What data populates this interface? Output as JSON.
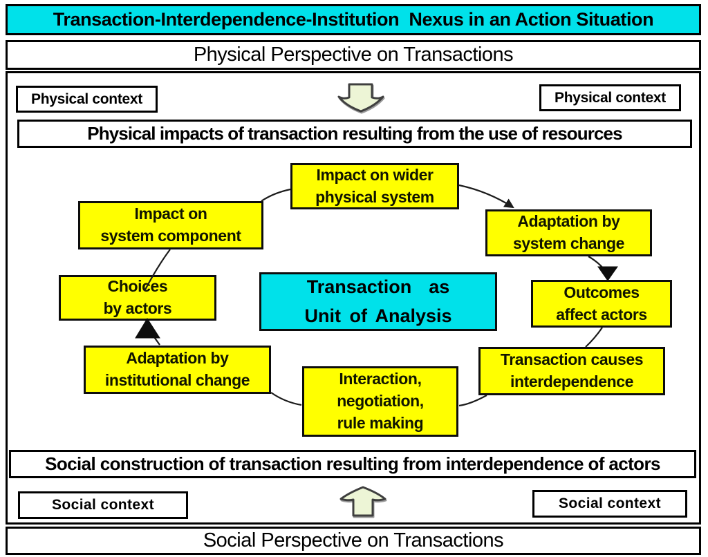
{
  "title": "Transaction-Interdependence-Institution  Nexus in an Action Situation",
  "physical_section": {
    "perspective_bar": "Physical Perspective on Transactions",
    "context_left": "Physical context",
    "context_right": "Physical context",
    "impacts_bar": "Physical impacts of transaction resulting from the use of resources"
  },
  "cycle_boxes": {
    "impact_wider": "Impact on wider\nphysical system",
    "adaptation_system": "Adaptation by\nsystem change",
    "outcomes": "Outcomes\naffect actors",
    "transaction_causes": "Transaction causes\ninterdependence",
    "interaction": "Interaction,\nnegotiation,\nrule making",
    "adaptation_institutional": "Adaptation by\ninstitutional change",
    "choices": "Choices\nby actors",
    "impact_component": "Impact on\nsystem component"
  },
  "center_box": "Transaction  as\nUnit of Analysis",
  "social_section": {
    "construction_bar": "Social construction of transaction resulting from interdependence of actors",
    "context_left": "Social context",
    "context_right": "Social context",
    "perspective_bar": "Social Perspective on Transactions"
  },
  "icons": {
    "down_arrow": "down-block-arrow",
    "up_arrow": "up-block-arrow"
  },
  "colors": {
    "banner_cyan": "#00e1ea",
    "center_cyan": "#00e1ea",
    "box_yellow": "#ffff00",
    "arrow_fill_green": "#edf5d6",
    "border_black": "#000000"
  }
}
